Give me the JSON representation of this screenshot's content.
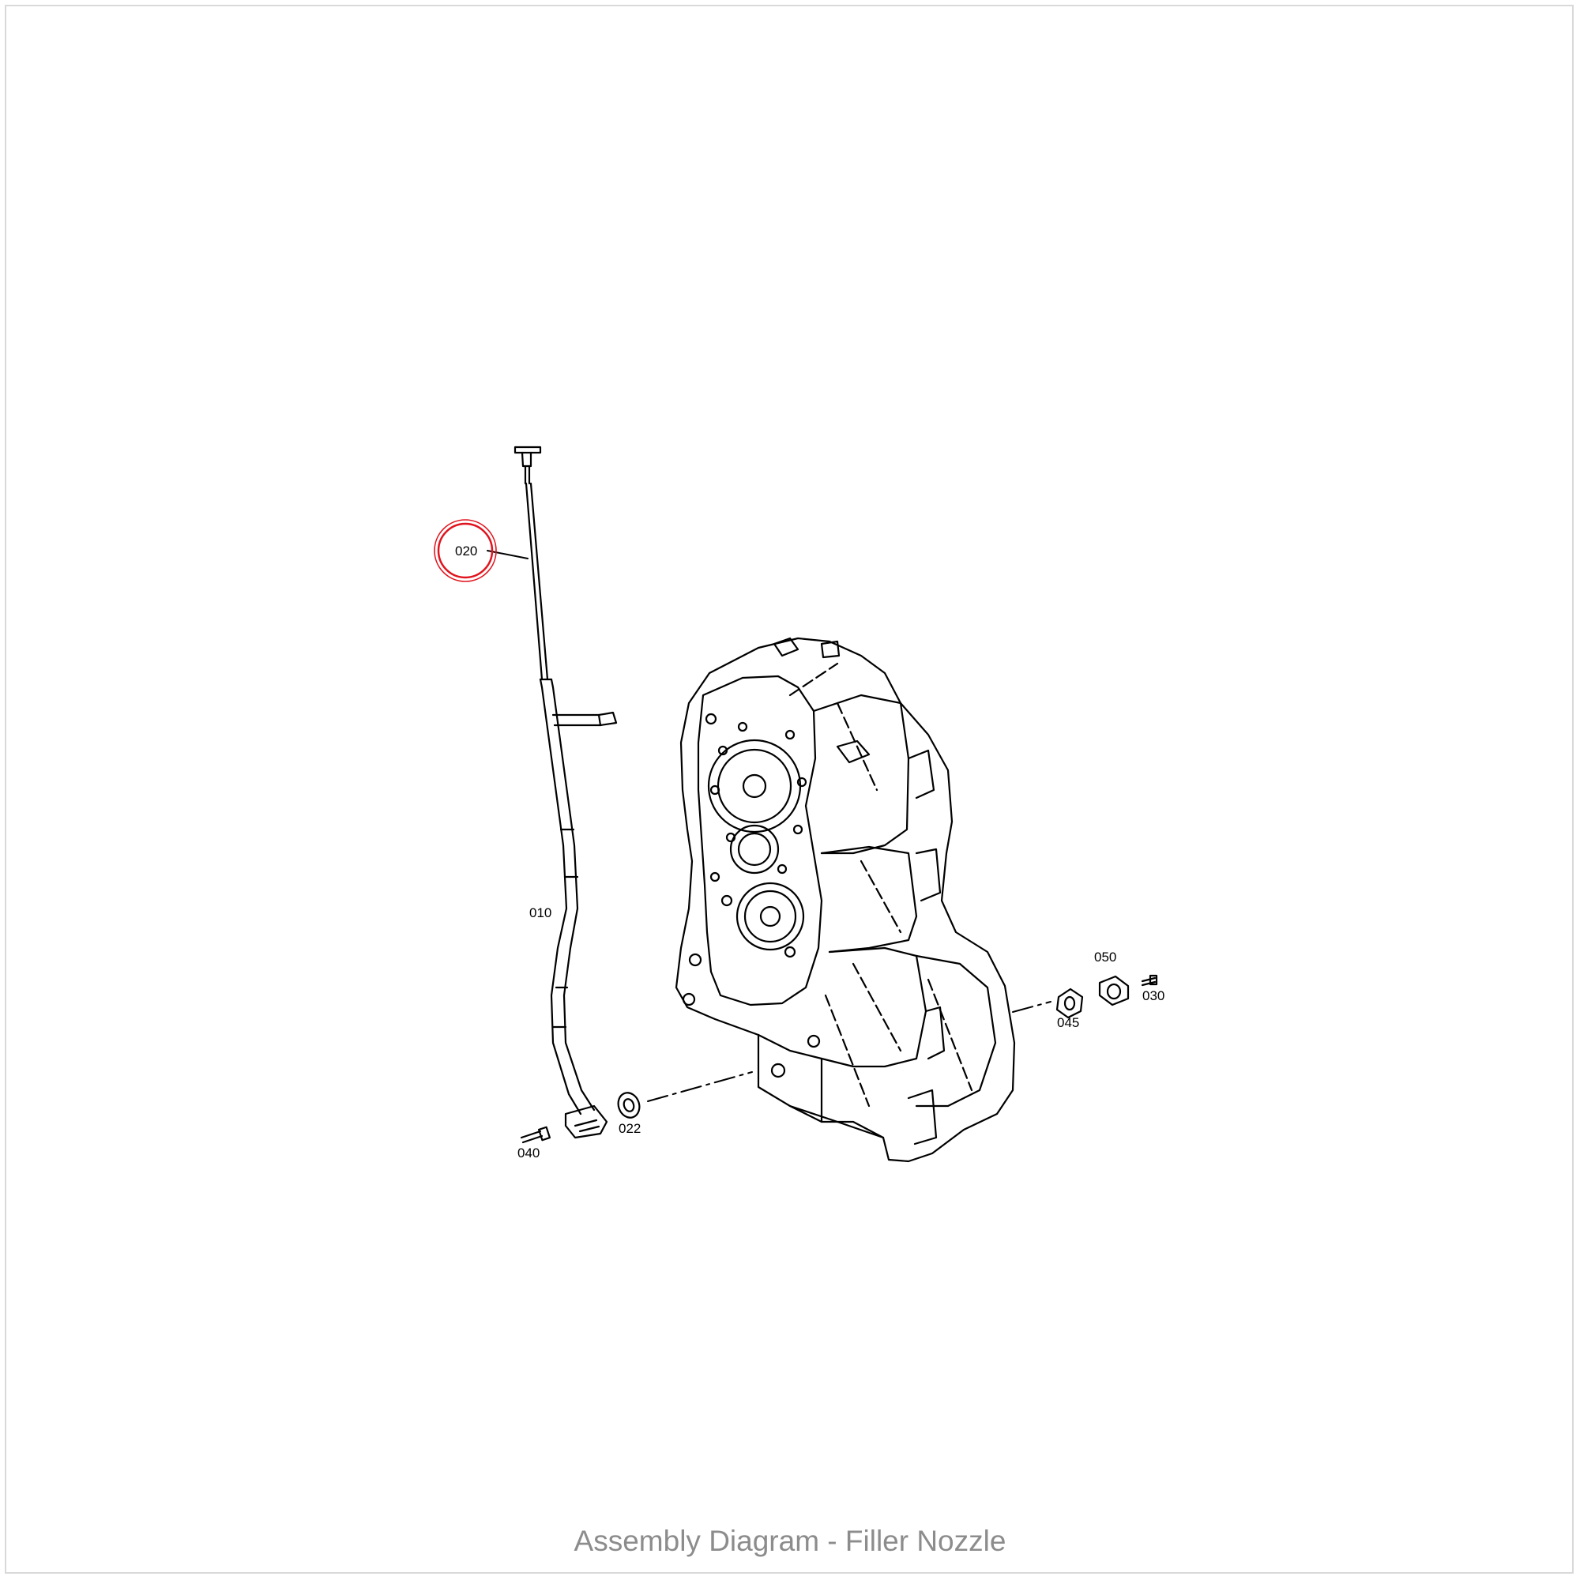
{
  "caption": "Assembly Diagram - Filler Nozzle",
  "highlight_color": "#e0141e",
  "callouts": {
    "p010": "010",
    "p020": "020",
    "p022": "022",
    "p030": "030",
    "p040": "040",
    "p045": "045",
    "p050": "050"
  }
}
